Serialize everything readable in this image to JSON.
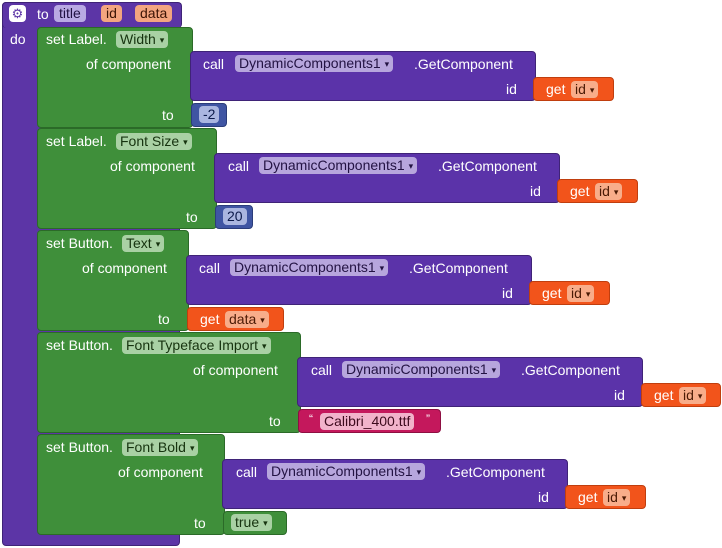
{
  "procedure": {
    "to_label": "to",
    "name": "title",
    "params": [
      "id",
      "data"
    ],
    "do_label": "do"
  },
  "setters": [
    {
      "prefix": "set Label.",
      "property": "Width",
      "of_component_label": "of component",
      "call_label": "call",
      "component": "DynamicComponents1",
      "method": ".GetComponent",
      "id_label": "id",
      "get_label": "get",
      "get_var": "id",
      "to_label": "to",
      "value": "-2"
    },
    {
      "prefix": "set Label.",
      "property": "Font Size",
      "of_component_label": "of component",
      "call_label": "call",
      "component": "DynamicComponents1",
      "method": ".GetComponent",
      "id_label": "id",
      "get_label": "get",
      "get_var": "id",
      "to_label": "to",
      "value": "20"
    },
    {
      "prefix": "set Button.",
      "property": "Text",
      "of_component_label": "of component",
      "call_label": "call",
      "component": "DynamicComponents1",
      "method": ".GetComponent",
      "id_label": "id",
      "get_label": "get",
      "get_var": "id",
      "to_label": "to",
      "value_get_label": "get",
      "value_var": "data"
    },
    {
      "prefix": "set Button.",
      "property": "Font Typeface Import",
      "of_component_label": "of component",
      "call_label": "call",
      "component": "DynamicComponents1",
      "method": ".GetComponent",
      "id_label": "id",
      "get_label": "get",
      "get_var": "id",
      "to_label": "to",
      "quote": "“",
      "value": "Calibri_400.ttf",
      "quote_close": "”"
    },
    {
      "prefix": "set Button.",
      "property": "Font Bold",
      "of_component_label": "of component",
      "call_label": "call",
      "component": "DynamicComponents1",
      "method": ".GetComponent",
      "id_label": "id",
      "get_label": "get",
      "get_var": "id",
      "to_label": "to",
      "value": "true"
    }
  ],
  "colors": {
    "procedure": "#5c35a6",
    "setter": "#3f8f3a",
    "call": "#5b33a9",
    "get": "#f2541b",
    "number": "#3f55a3",
    "text": "#c4185c"
  },
  "icons": {
    "gear": "gear-icon",
    "dropdown": "dropdown-arrow-icon"
  }
}
